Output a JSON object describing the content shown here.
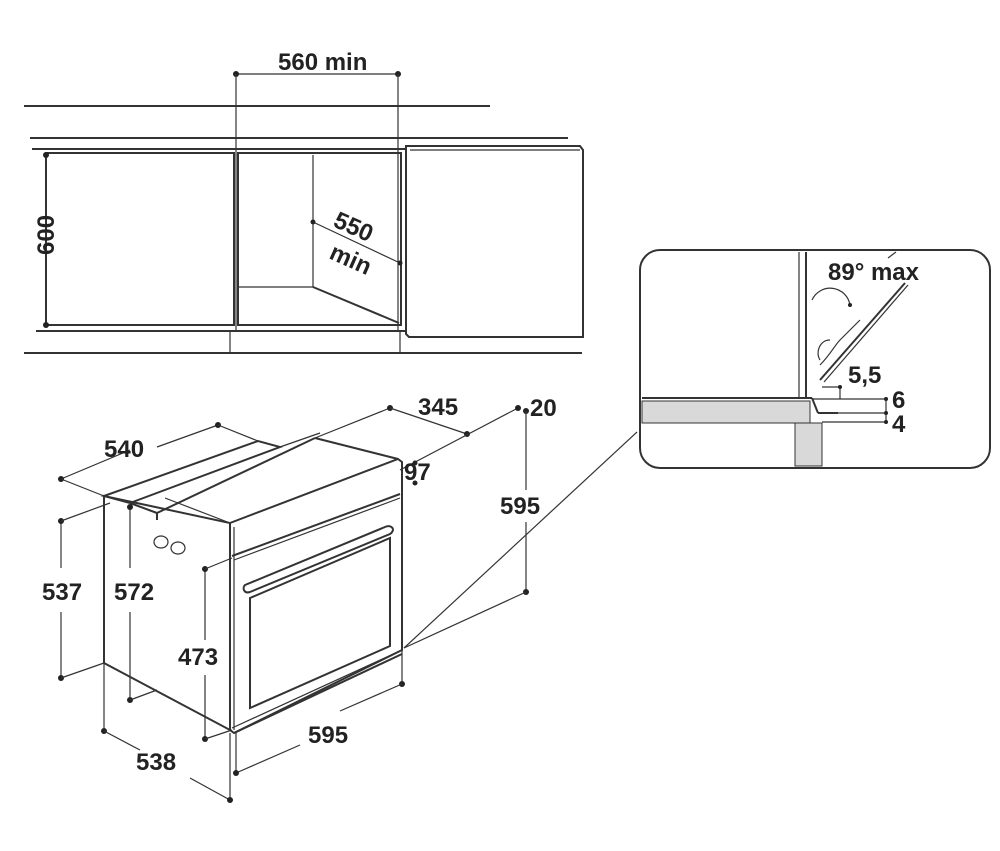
{
  "diagram": {
    "type": "built-in oven installation dimensions",
    "units": "mm",
    "cabinet_view": {
      "labels": {
        "niche_width": "560 min",
        "niche_height": "600",
        "niche_depth_1": "550",
        "niche_depth_2": "min"
      }
    },
    "detail_view": {
      "labels": {
        "door_angle": "89° max",
        "gap_a": "5,5",
        "gap_b": "6",
        "gap_c": "4"
      }
    },
    "oven_view": {
      "labels": {
        "depth_top": "540",
        "width_top": "345",
        "offset_top": "20",
        "panel_height": "97",
        "total_height_right": "595",
        "side_height_a": "537",
        "side_height_b": "572",
        "door_height": "473",
        "front_width": "595",
        "bottom_depth": "538"
      }
    },
    "colors": {
      "line": "#333333",
      "fill_gray": "#d9d9d9",
      "background": "#ffffff"
    }
  }
}
